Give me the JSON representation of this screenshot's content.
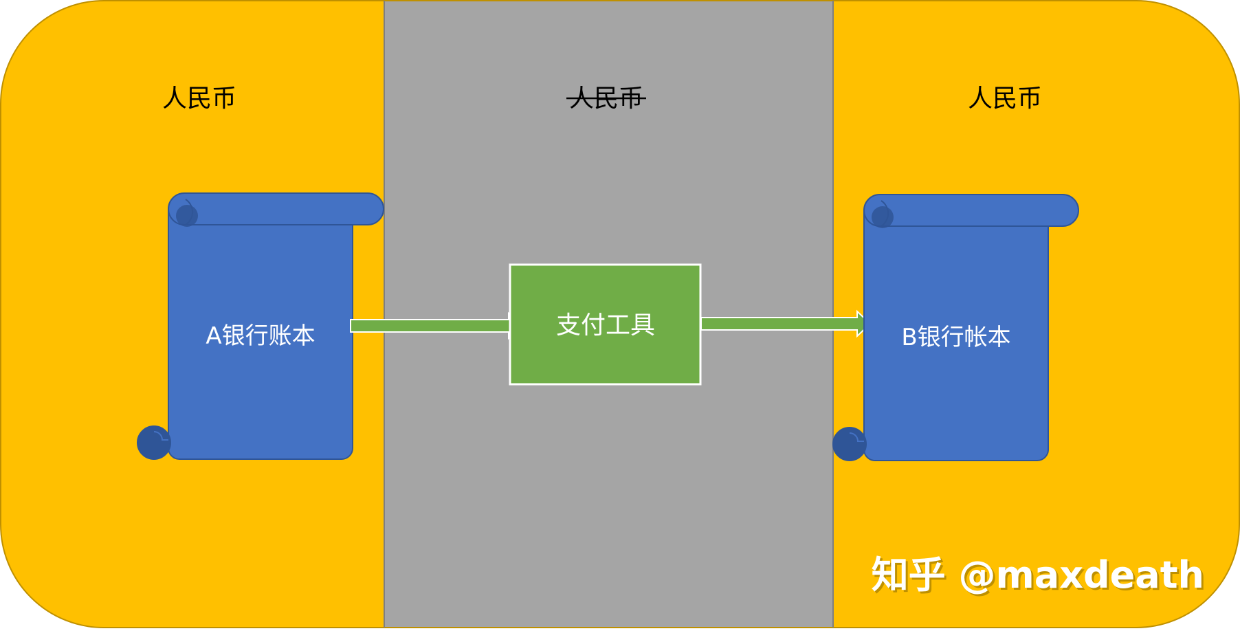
{
  "diagram": {
    "left_zone": {
      "label": "人民币"
    },
    "middle_zone": {
      "label": "人民币",
      "struck_through": true
    },
    "right_zone": {
      "label": "人民币"
    },
    "scroll_a": {
      "label": "A银行账本"
    },
    "payment_tool": {
      "label": "支付工具"
    },
    "scroll_b": {
      "label": "B银行帐本"
    },
    "watermark": {
      "text": "知乎 @maxdeath"
    },
    "colors": {
      "outer_zone": "#FFC000",
      "middle_zone": "#A5A5A5",
      "scroll": "#4472C4",
      "scroll_dark": "#2F5597",
      "box": "#70AD47",
      "arrow": "#70AD47",
      "text_dark": "#000000",
      "text_light": "#FFFFFF"
    }
  }
}
